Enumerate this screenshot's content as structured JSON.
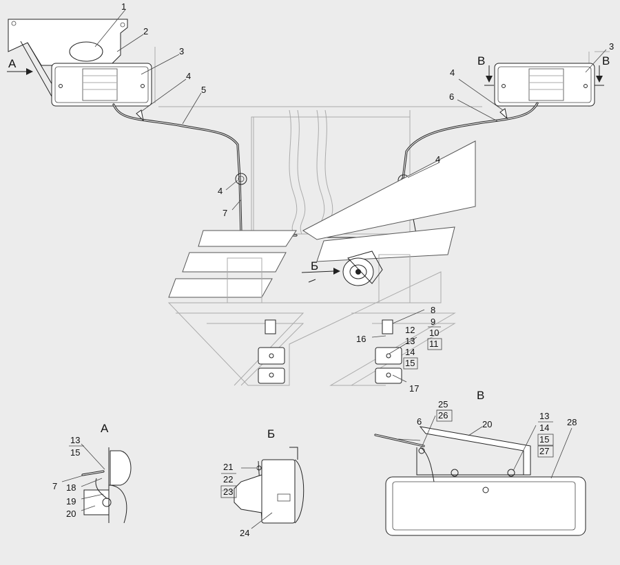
{
  "callouts": {
    "c1": "1",
    "c2": "2",
    "c3a": "3",
    "c3b": "3",
    "c4a": "4",
    "c4b": "4",
    "c4c": "4",
    "c4d": "4",
    "c5": "5",
    "c6": "6",
    "c7": "7",
    "c8": "8",
    "c9": "9",
    "c10": "10",
    "c11": "11",
    "c12": "12",
    "c13": "13",
    "c14": "14",
    "c15": "15",
    "c16": "16",
    "c17": "17"
  },
  "view_arrows": {
    "a": "А",
    "b": "Б",
    "v_left": "В",
    "v_right": "В"
  },
  "view_titles": {
    "a": "А",
    "b": "Б",
    "v": "В"
  },
  "detail_a": {
    "c13": "13",
    "c15": "15",
    "c7": "7",
    "c18": "18",
    "c19": "19",
    "c20": "20"
  },
  "detail_b": {
    "c21": "21",
    "c22": "22",
    "c23": "23",
    "c24": "24"
  },
  "detail_v": {
    "c6": "6",
    "c20": "20",
    "c25": "25",
    "c26": "26",
    "c13": "13",
    "c14": "14",
    "c15": "15",
    "c27": "27",
    "c28": "28"
  }
}
